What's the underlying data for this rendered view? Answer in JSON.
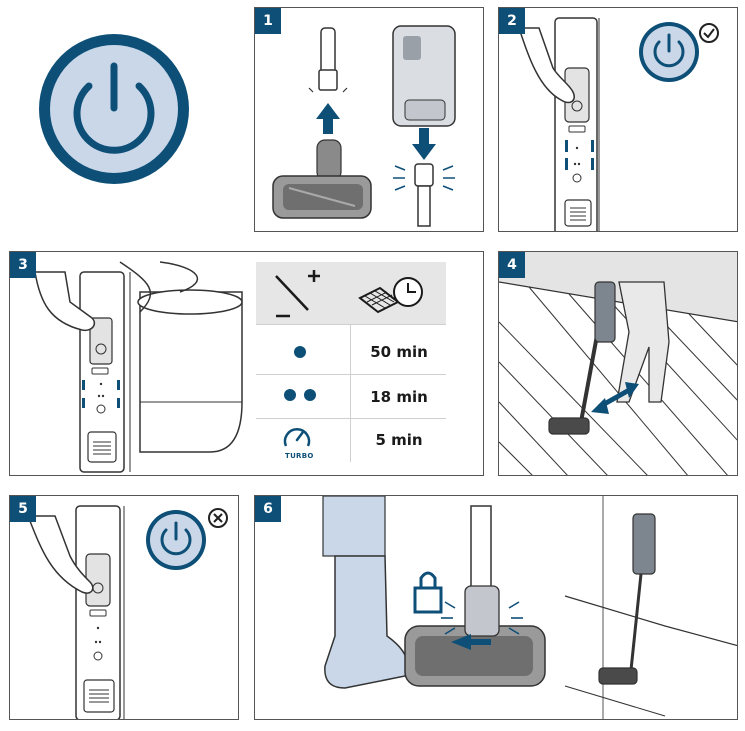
{
  "colors": {
    "accent": "#0e4f78",
    "light_blue": "#c9d7e8",
    "line": "#333333",
    "panel_border": "#555555"
  },
  "icons": [
    "power-icon",
    "checkmark-circle-icon",
    "cross-circle-icon",
    "lock-icon",
    "battery-icon",
    "clock-icon",
    "turbo-icon",
    "arrow-icon"
  ],
  "steps": [
    "1",
    "2",
    "3",
    "4",
    "5",
    "6"
  ],
  "runtime_table": {
    "rows": [
      {
        "mode": "dot",
        "time": "50 min"
      },
      {
        "mode": "double-dot",
        "time": "18 min"
      },
      {
        "mode": "turbo",
        "label": "TURBO",
        "time": "5 min"
      }
    ]
  }
}
